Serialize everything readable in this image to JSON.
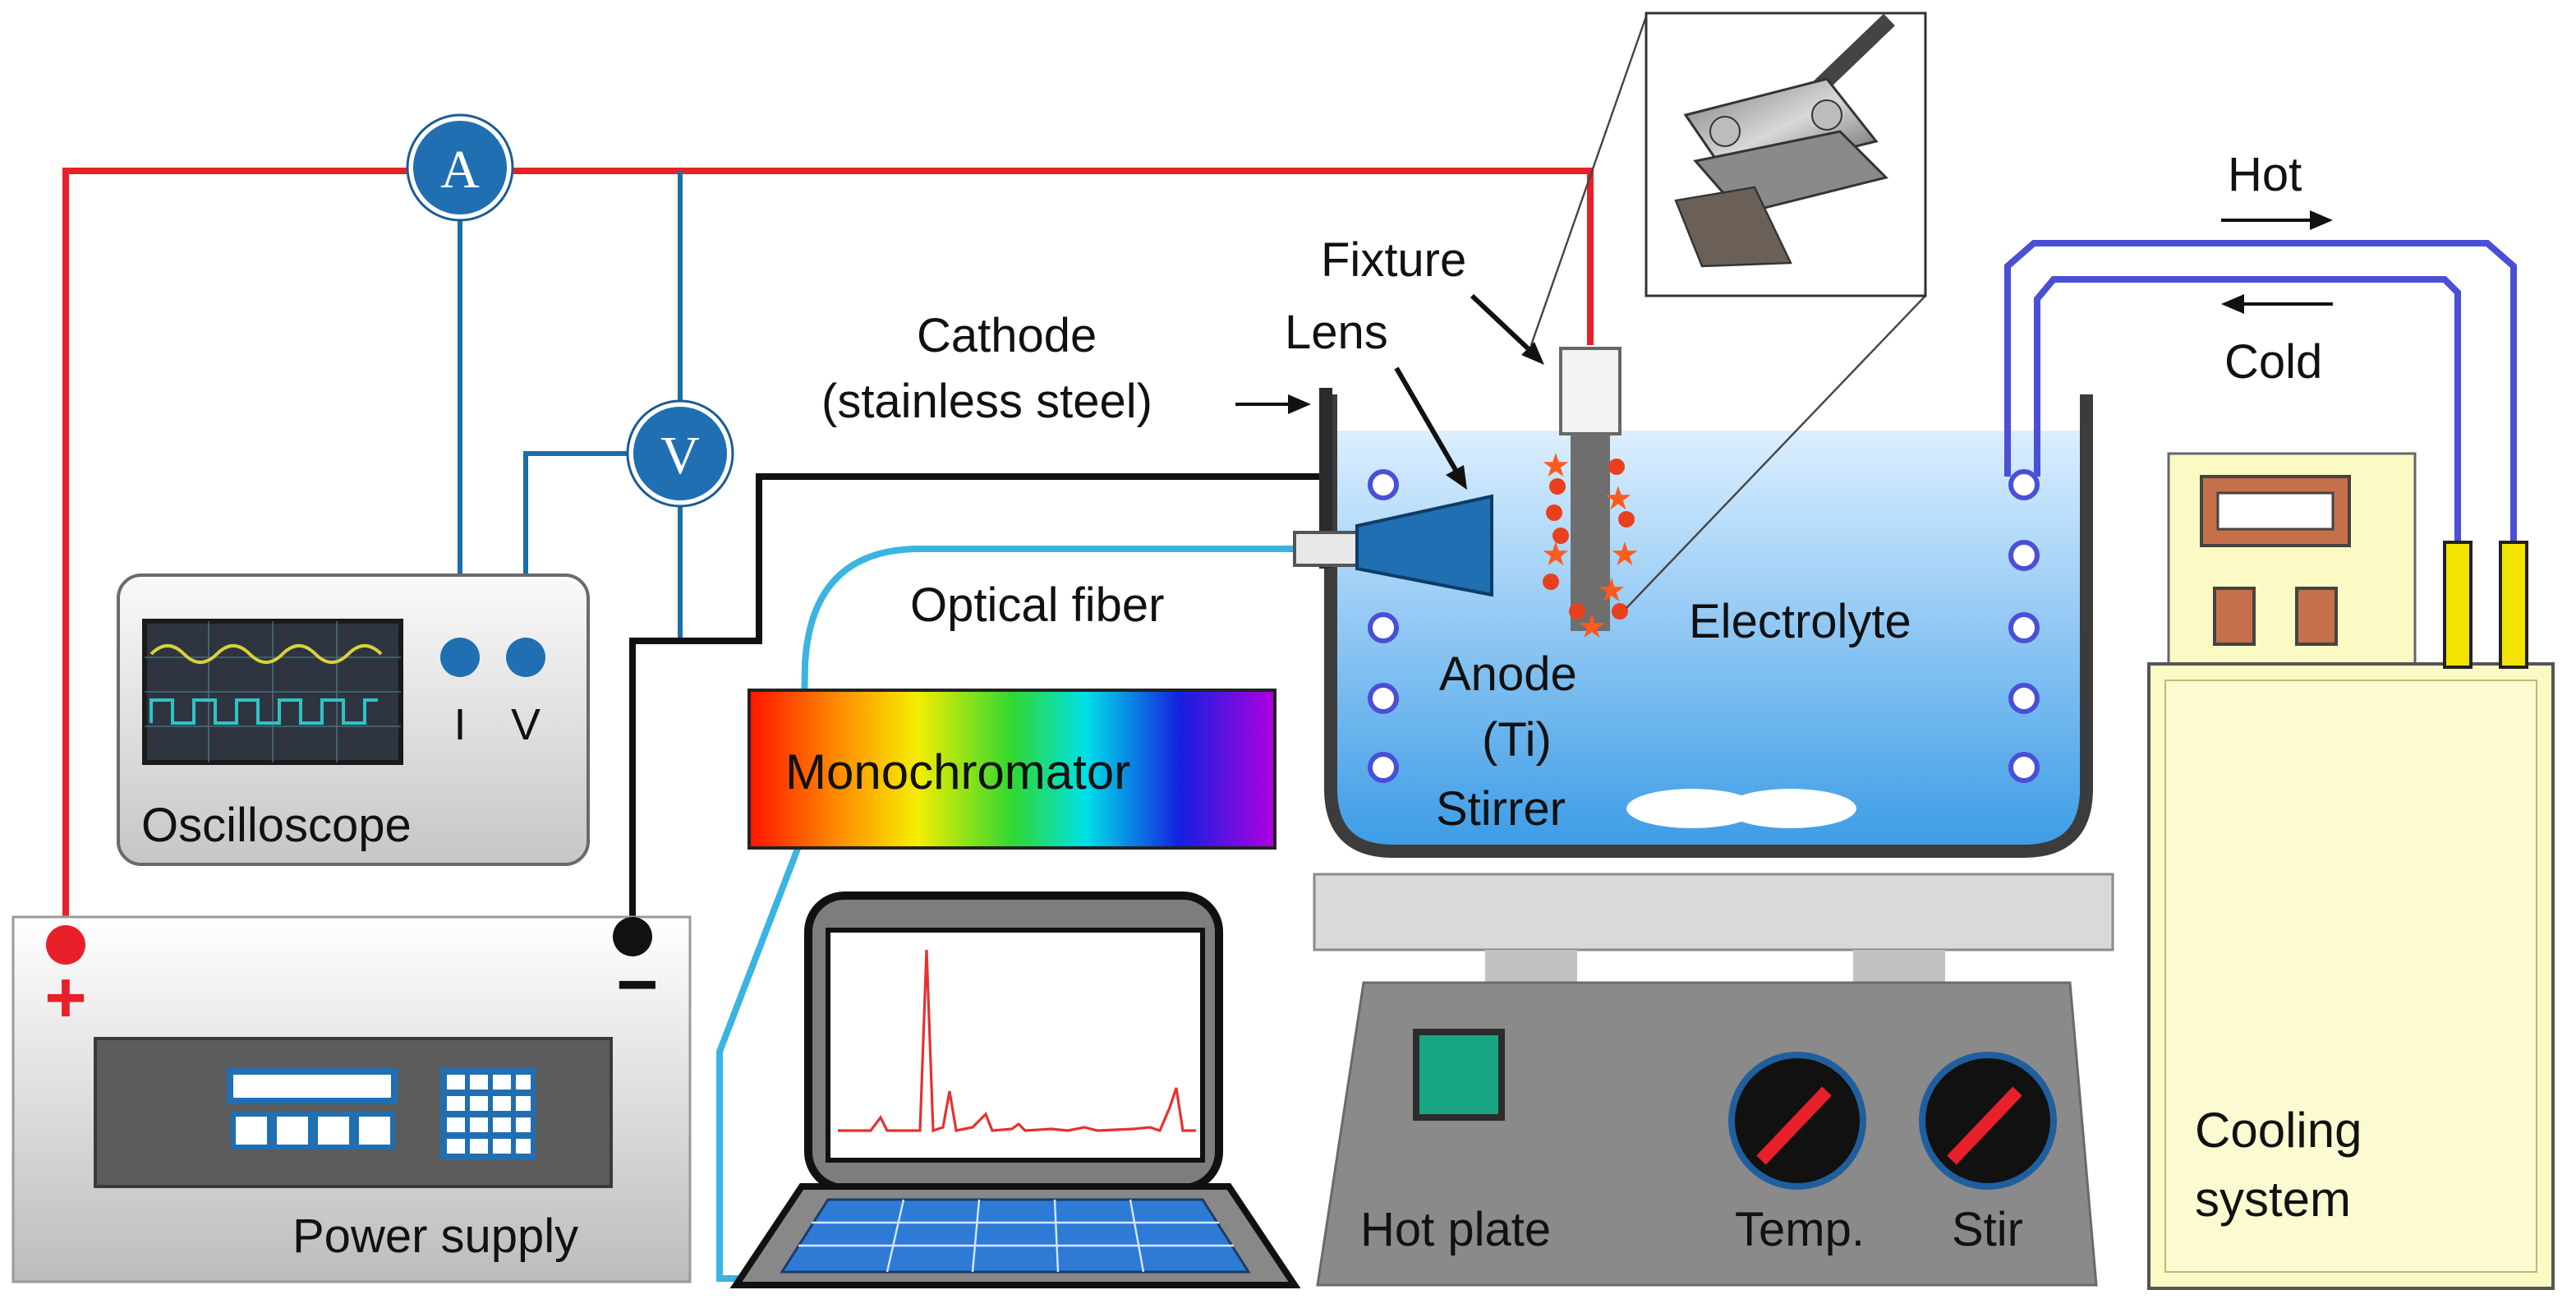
{
  "labels": {
    "ammeter": "A",
    "voltmeter": "V",
    "oscilloscope": "Oscilloscope",
    "osc_current": "I",
    "osc_voltage": "V",
    "power_supply": "Power supply",
    "plus": "+",
    "minus": "−",
    "cathode_line1": "Cathode",
    "cathode_line2": "(stainless steel)",
    "lens": "Lens",
    "fixture": "Fixture",
    "optical_fiber": "Optical fiber",
    "monochromator": "Monochromator",
    "anode_line1": "Anode",
    "anode_line2": "(Ti)",
    "stirrer": "Stirrer",
    "electrolyte": "Electrolyte",
    "hot_plate": "Hot plate",
    "temp": "Temp.",
    "stir": "Stir",
    "hot": "Hot",
    "cold": "Cold",
    "cooling_line1": "Cooling",
    "cooling_line2": "system"
  },
  "colors": {
    "positive_wire": "#e8202a",
    "negative_wire": "#111111",
    "signal_wire": "#1a6fa8",
    "meter_fill": "#1f6fb2",
    "fiber": "#3ab4e0",
    "coolant_tube": "#4a4fd6",
    "electrolyte_top": "#d9ecfb",
    "electrolyte_bottom": "#3a9be6",
    "cooling_unit": "#fbf9c4",
    "spark": "#e8401e"
  },
  "icons": {
    "ammeter": "ammeter-icon",
    "voltmeter": "voltmeter-icon",
    "oscilloscope_screen": "waveform-icon",
    "laptop_spectrum": "spectrum-icon",
    "knob_temp": "knob-icon",
    "knob_stir": "knob-icon",
    "hot_arrow": "arrow-right-icon",
    "cold_arrow": "arrow-left-icon"
  }
}
